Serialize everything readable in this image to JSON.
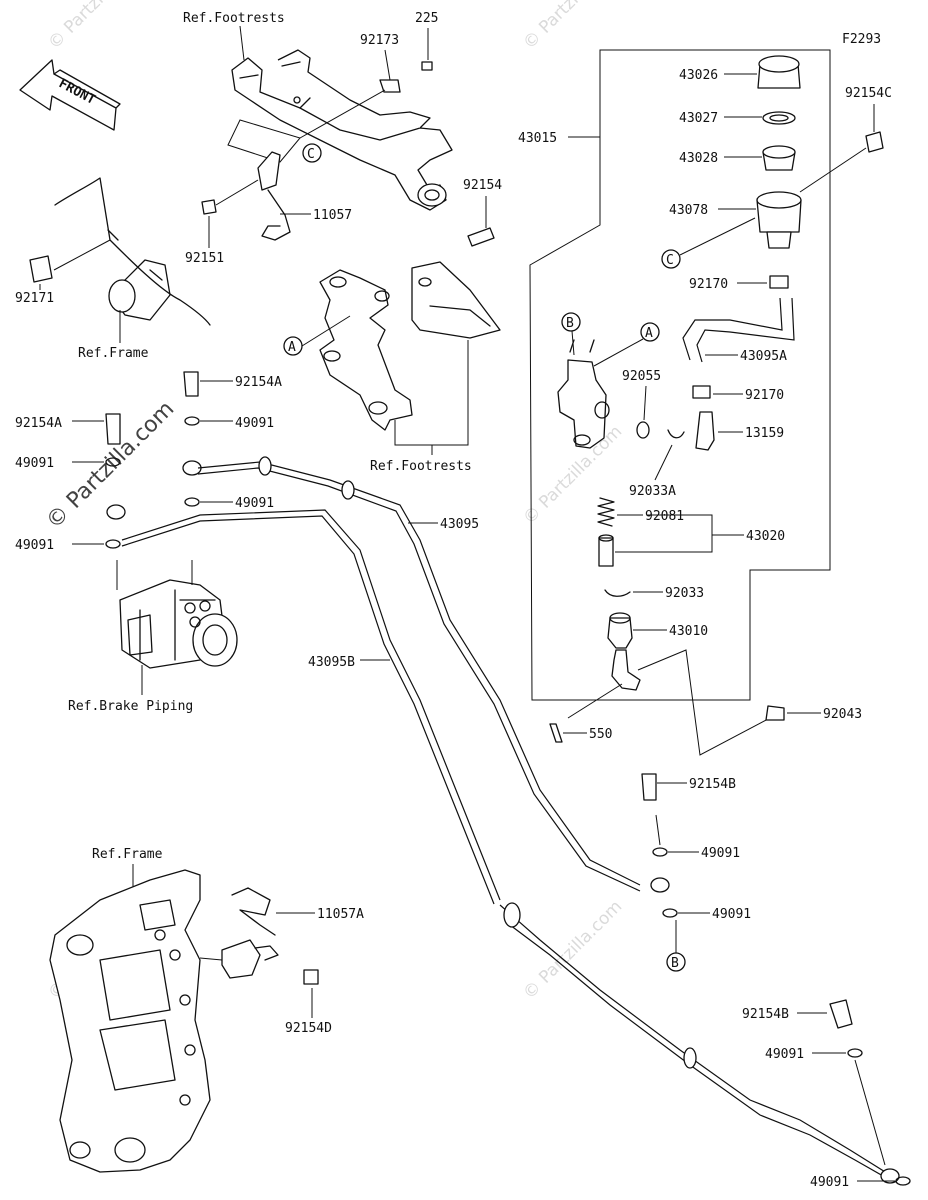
{
  "diagram": {
    "code": "F2293",
    "front_label": "FRONT",
    "watermark": "© Partzilla.com",
    "callout_letters": [
      "A",
      "B",
      "C"
    ],
    "references": {
      "footrests_top": "Ref.Footrests",
      "footrests_mid": "Ref.Footrests",
      "frame_top": "Ref.Frame",
      "brake_piping": "Ref.Brake Piping",
      "frame_bottom": "Ref.Frame"
    },
    "parts": {
      "p225": "225",
      "p92173": "92173",
      "p11057": "11057",
      "p92151": "92151",
      "p92154": "92154",
      "p92171": "92171",
      "p92154A_1": "92154A",
      "p92154A_2": "92154A",
      "p49091_1": "49091",
      "p49091_2": "49091",
      "p49091_3": "49091",
      "p49091_4": "49091",
      "p43095": "43095",
      "p43095B": "43095B",
      "p43015": "43015",
      "p43026": "43026",
      "p43027": "43027",
      "p43028": "43028",
      "p43078": "43078",
      "p92154C": "92154C",
      "p92170_1": "92170",
      "p43095A": "43095A",
      "p92055": "92055",
      "p92170_2": "92170",
      "p13159": "13159",
      "p92033A": "92033A",
      "p92081": "92081",
      "p43020": "43020",
      "p92033": "92033",
      "p43010": "43010",
      "p92043": "92043",
      "p550": "550",
      "p92154B_1": "92154B",
      "p49091_5": "49091",
      "p49091_6": "49091",
      "p11057A": "11057A",
      "p92154D": "92154D",
      "p92154B_2": "92154B",
      "p49091_7": "49091",
      "p49091_8": "49091"
    }
  }
}
